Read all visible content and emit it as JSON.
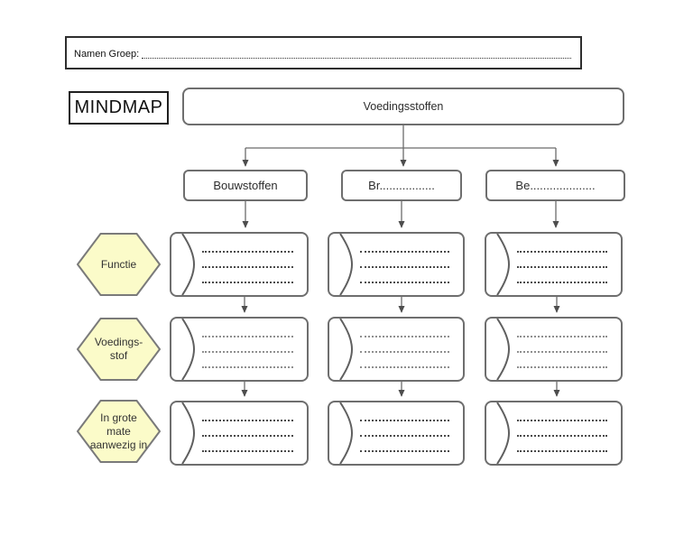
{
  "name_box": {
    "label": "Namen Groep:"
  },
  "mindmap_badge": {
    "label": "MINDMAP"
  },
  "root_node": {
    "label": "Voedingsstoffen"
  },
  "branch_nodes": [
    {
      "label": "Bouwstoffen"
    },
    {
      "label": "Br................."
    },
    {
      "label": "Be...................."
    }
  ],
  "row_labels": [
    {
      "label": "Functie"
    },
    {
      "label": "Voedings-\nstof"
    },
    {
      "label": "In grote\nmate\naanwezig in"
    }
  ],
  "answer_grid": {
    "rows": 3,
    "columns": 3,
    "dotted_lines_per_box": 3
  },
  "colors": {
    "hexagon_fill": "#fbfbc9",
    "hexagon_border": "#7a7a7a",
    "node_border": "#6e6e6e",
    "outer_box_border": "#2e2e2e",
    "connector": "#6b6b6b",
    "arrowhead": "#4d4d4d",
    "dotted_line_dark": "#4a4a4a",
    "dotted_line_light": "#8f8f8f"
  }
}
